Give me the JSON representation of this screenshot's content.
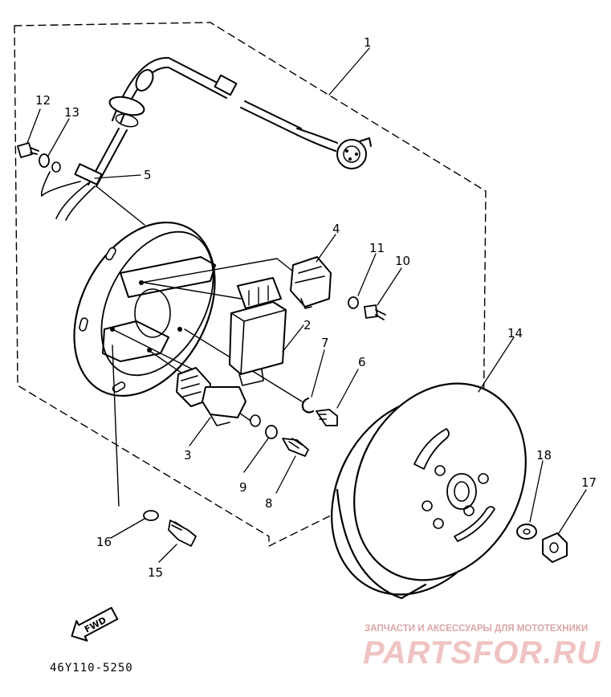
{
  "diagram": {
    "part_code": "46Y110-5250",
    "fwd_label": "FWD",
    "callouts": [
      "1",
      "2",
      "3",
      "4",
      "5",
      "6",
      "7",
      "8",
      "9",
      "10",
      "11",
      "12",
      "13",
      "14",
      "15",
      "16",
      "17",
      "18"
    ]
  },
  "watermark": {
    "tagline": "ЗАПЧАСТИ И АКСЕССУАРЫ ДЛЯ МОТОТЕХНИКИ",
    "brand": "PARTSFOR.RU",
    "color": "#e9b3b3"
  },
  "colors": {
    "ink": "#000000",
    "background": "#ffffff"
  }
}
